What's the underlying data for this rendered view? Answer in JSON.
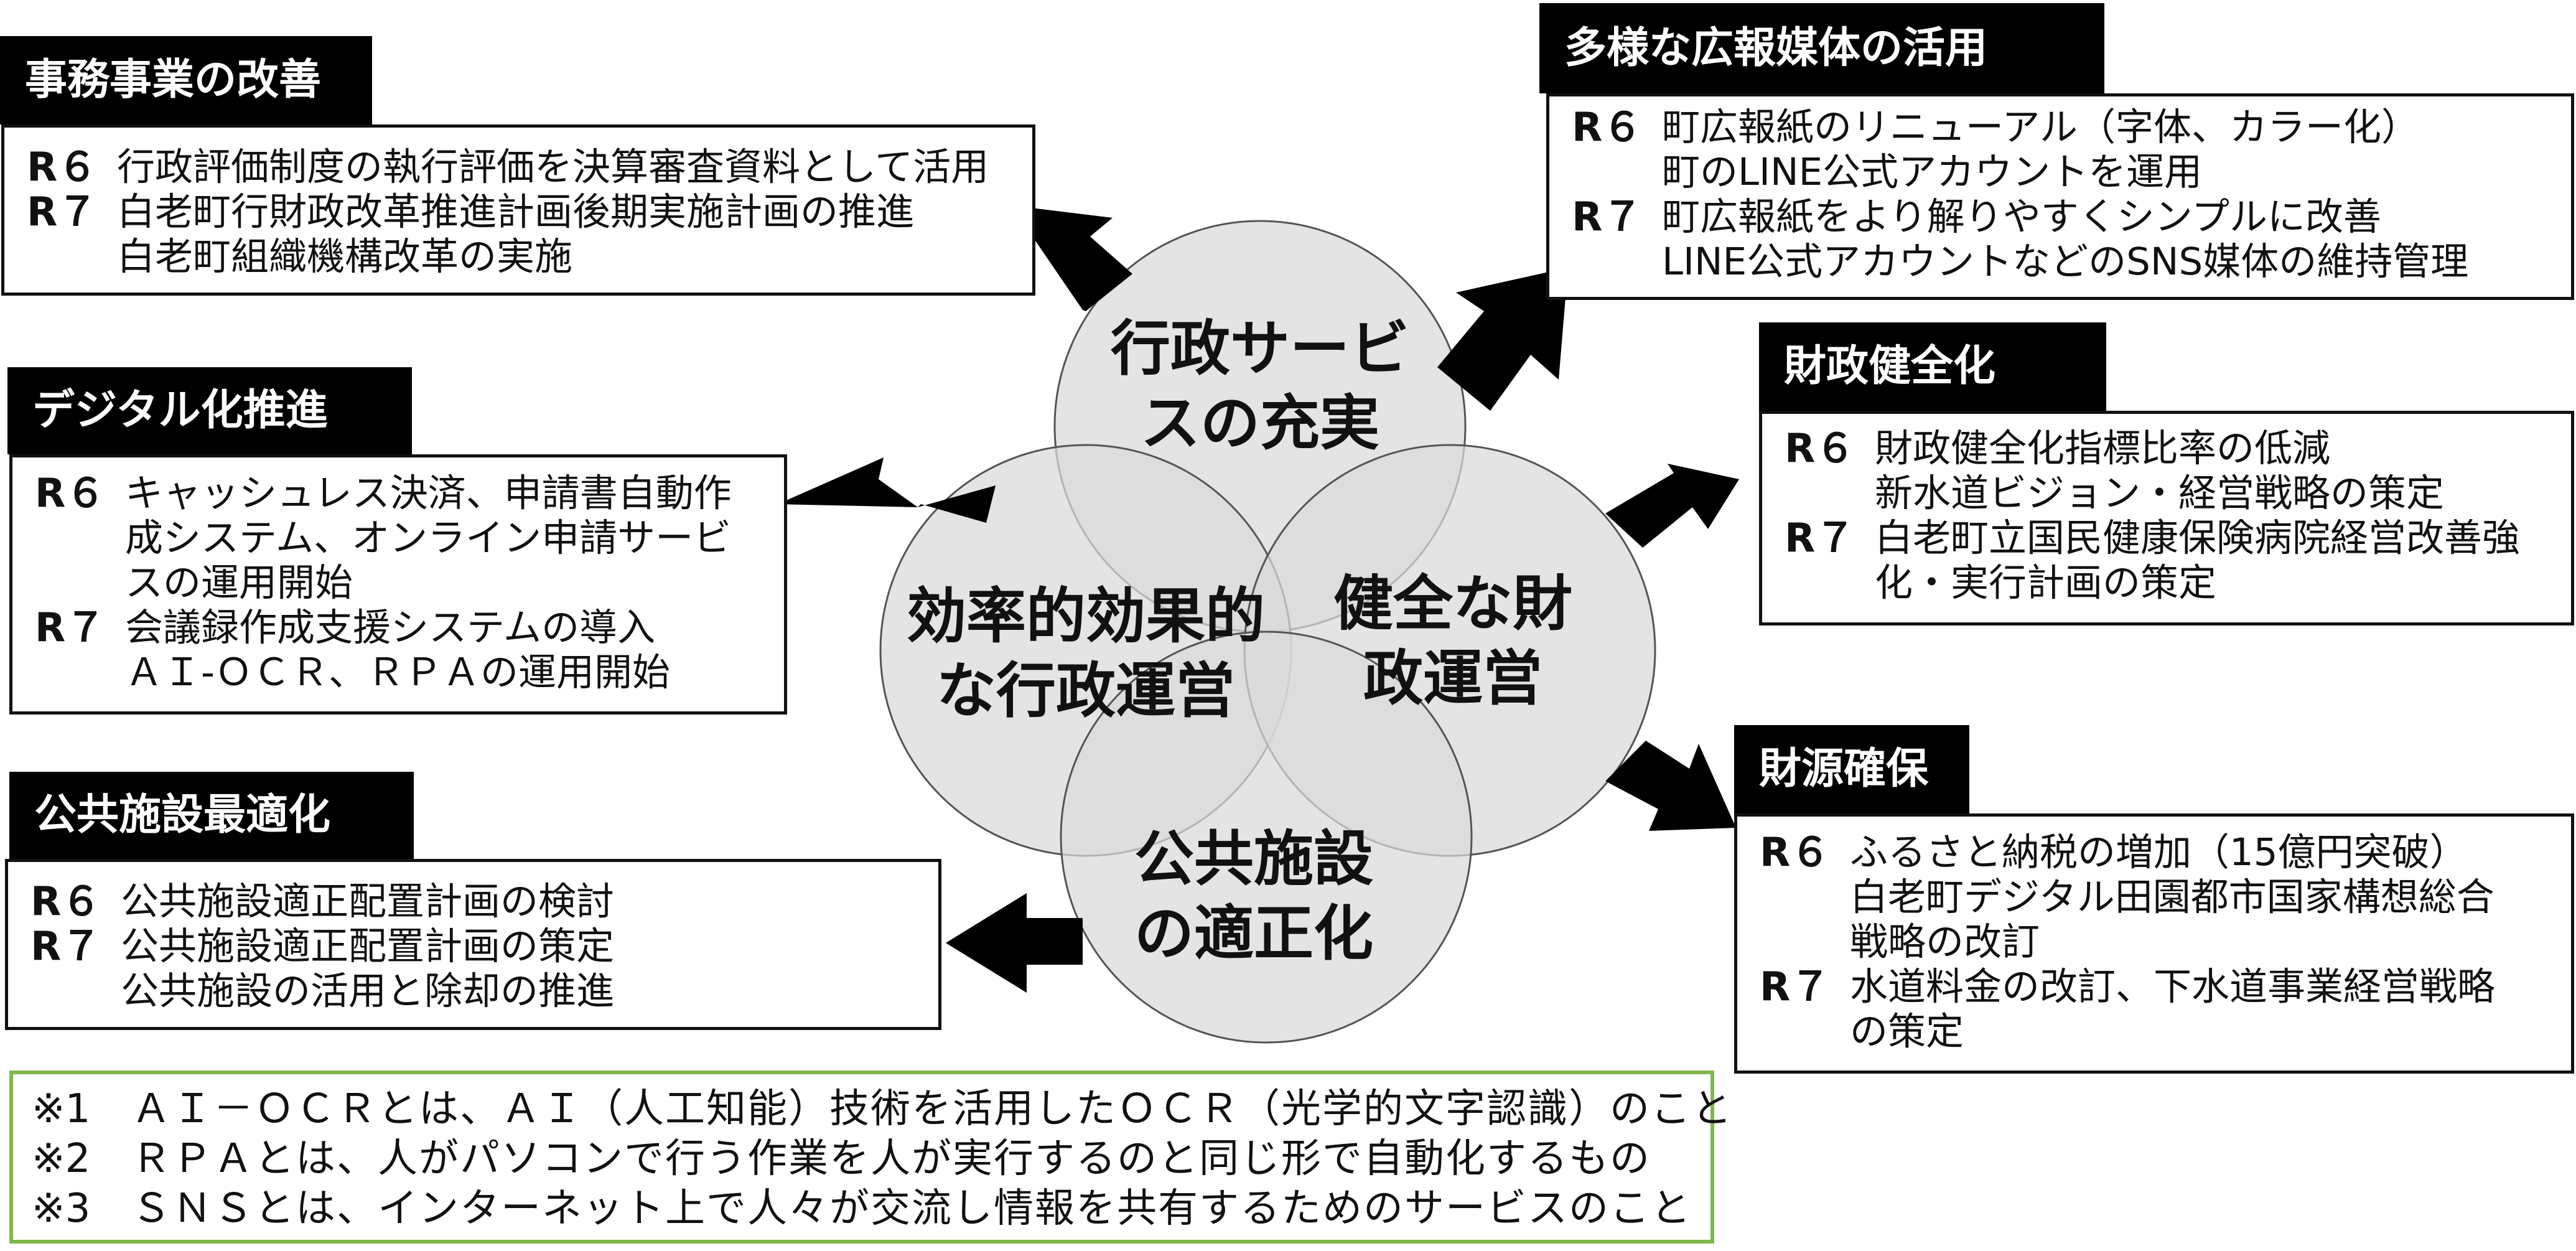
{
  "circles": {
    "top": "行政サービ\nスの充実",
    "left": "効率的効果的\nな行政運営",
    "right": "健全な財\n政運営",
    "bottom": "公共施設\nの適正化"
  },
  "sections": {
    "jimu": {
      "title": "事務事業の改善",
      "rows": [
        {
          "year": "R６",
          "text": "行政評価制度の執行評価を決算審査資料として活用"
        },
        {
          "year": "R７",
          "text": "白老町行財政改革推進計画後期実施計画の推進"
        },
        {
          "year": "",
          "text": "白老町組織機構改革の実施"
        }
      ]
    },
    "digital": {
      "title": "デジタル化推進",
      "rows": [
        {
          "year": "R６",
          "text": "キャッシュレス決済、申請書自動作"
        },
        {
          "year": "",
          "text": "成システム、オンライン申請サービ"
        },
        {
          "year": "",
          "text": "スの運用開始"
        },
        {
          "year": "R７",
          "text": "会議録作成支援システムの導入"
        },
        {
          "year": "",
          "text": "ＡＩ-ＯＣＲ、ＲＰＡの運用開始"
        }
      ]
    },
    "koukyou": {
      "title": "公共施設最適化",
      "rows": [
        {
          "year": "R６",
          "text": "公共施設適正配置計画の検討"
        },
        {
          "year": "R７",
          "text": "公共施設適正配置計画の策定"
        },
        {
          "year": "",
          "text": "公共施設の活用と除却の推進"
        }
      ]
    },
    "kouhou": {
      "title": "多様な広報媒体の活用",
      "rows": [
        {
          "year": "R６",
          "text": "町広報紙のリニューアル（字体、カラー化）"
        },
        {
          "year": "",
          "text": "町のLINE公式アカウントを運用"
        },
        {
          "year": "R７",
          "text": "町広報紙をより解りやすくシンプルに改善"
        },
        {
          "year": "",
          "text": "LINE公式アカウントなどのSNS媒体の維持管理"
        }
      ]
    },
    "zaisei": {
      "title": "財政健全化",
      "rows": [
        {
          "year": "R６",
          "text": "財政健全化指標比率の低減"
        },
        {
          "year": "",
          "text": "新水道ビジョン・経営戦略の策定"
        },
        {
          "year": "R７",
          "text": "白老町立国民健康保険病院経営改善強"
        },
        {
          "year": "",
          "text": "化・実行計画の策定"
        }
      ]
    },
    "zaigen": {
      "title": "財源確保",
      "rows": [
        {
          "year": "R６",
          "text": "ふるさと納税の増加（15億円突破）"
        },
        {
          "year": "",
          "text": "白老町デジタル田園都市国家構想総合"
        },
        {
          "year": "",
          "text": "戦略の改訂"
        },
        {
          "year": "R７",
          "text": "水道料金の改訂、下水道事業経営戦略"
        },
        {
          "year": "",
          "text": "の策定"
        }
      ]
    }
  },
  "notes": [
    {
      "num": "※1",
      "text": "ＡＩ－ＯＣＲとは、ＡＩ（人工知能）技術を活用したＯＣＲ（光学的文字認識）のこと"
    },
    {
      "num": "※2",
      "text": "ＲＰＡとは、人がパソコンで行う作業を人が実行するのと同じ形で自動化するもの"
    },
    {
      "num": "※3",
      "text": "ＳＮＳとは、インターネット上で人々が交流し情報を共有するためのサービスのこと"
    }
  ],
  "colors": {
    "circle_fill": "#d9d9d9",
    "note_border": "#7fb84a"
  }
}
